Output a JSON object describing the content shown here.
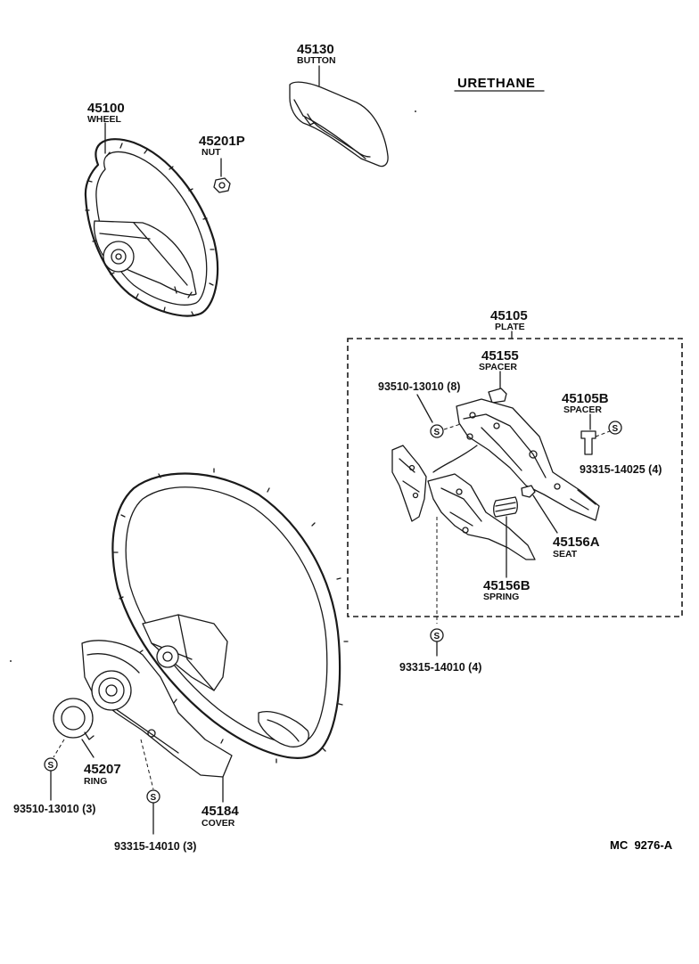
{
  "header": {
    "urethane": "URETHANE"
  },
  "parts": {
    "wheel": {
      "number": "45100",
      "name": "WHEEL"
    },
    "button": {
      "number": "45130",
      "name": "BUTTON"
    },
    "nut": {
      "number": "45201P",
      "name": "NUT"
    },
    "plate": {
      "number": "45105",
      "name": "PLATE"
    },
    "spacer": {
      "number": "45155",
      "name": "SPACER"
    },
    "spacer_b": {
      "number": "45105B",
      "name": "SPACER"
    },
    "seat": {
      "number": "45156A",
      "name": "SEAT"
    },
    "spring": {
      "number": "45156B",
      "name": "SPRING"
    },
    "ring": {
      "number": "45207",
      "name": "RING"
    },
    "cover": {
      "number": "45184",
      "name": "COVER"
    }
  },
  "screws": {
    "s1": "93510-13010 (8)",
    "s2": "93315-14025 (4)",
    "s3": "93315-14010 (4)",
    "s4": "93510-13010 (3)",
    "s5": "93315-14010 (3)"
  },
  "symbol": {
    "s": "S"
  },
  "footer": {
    "code": "MC  9276-A"
  }
}
